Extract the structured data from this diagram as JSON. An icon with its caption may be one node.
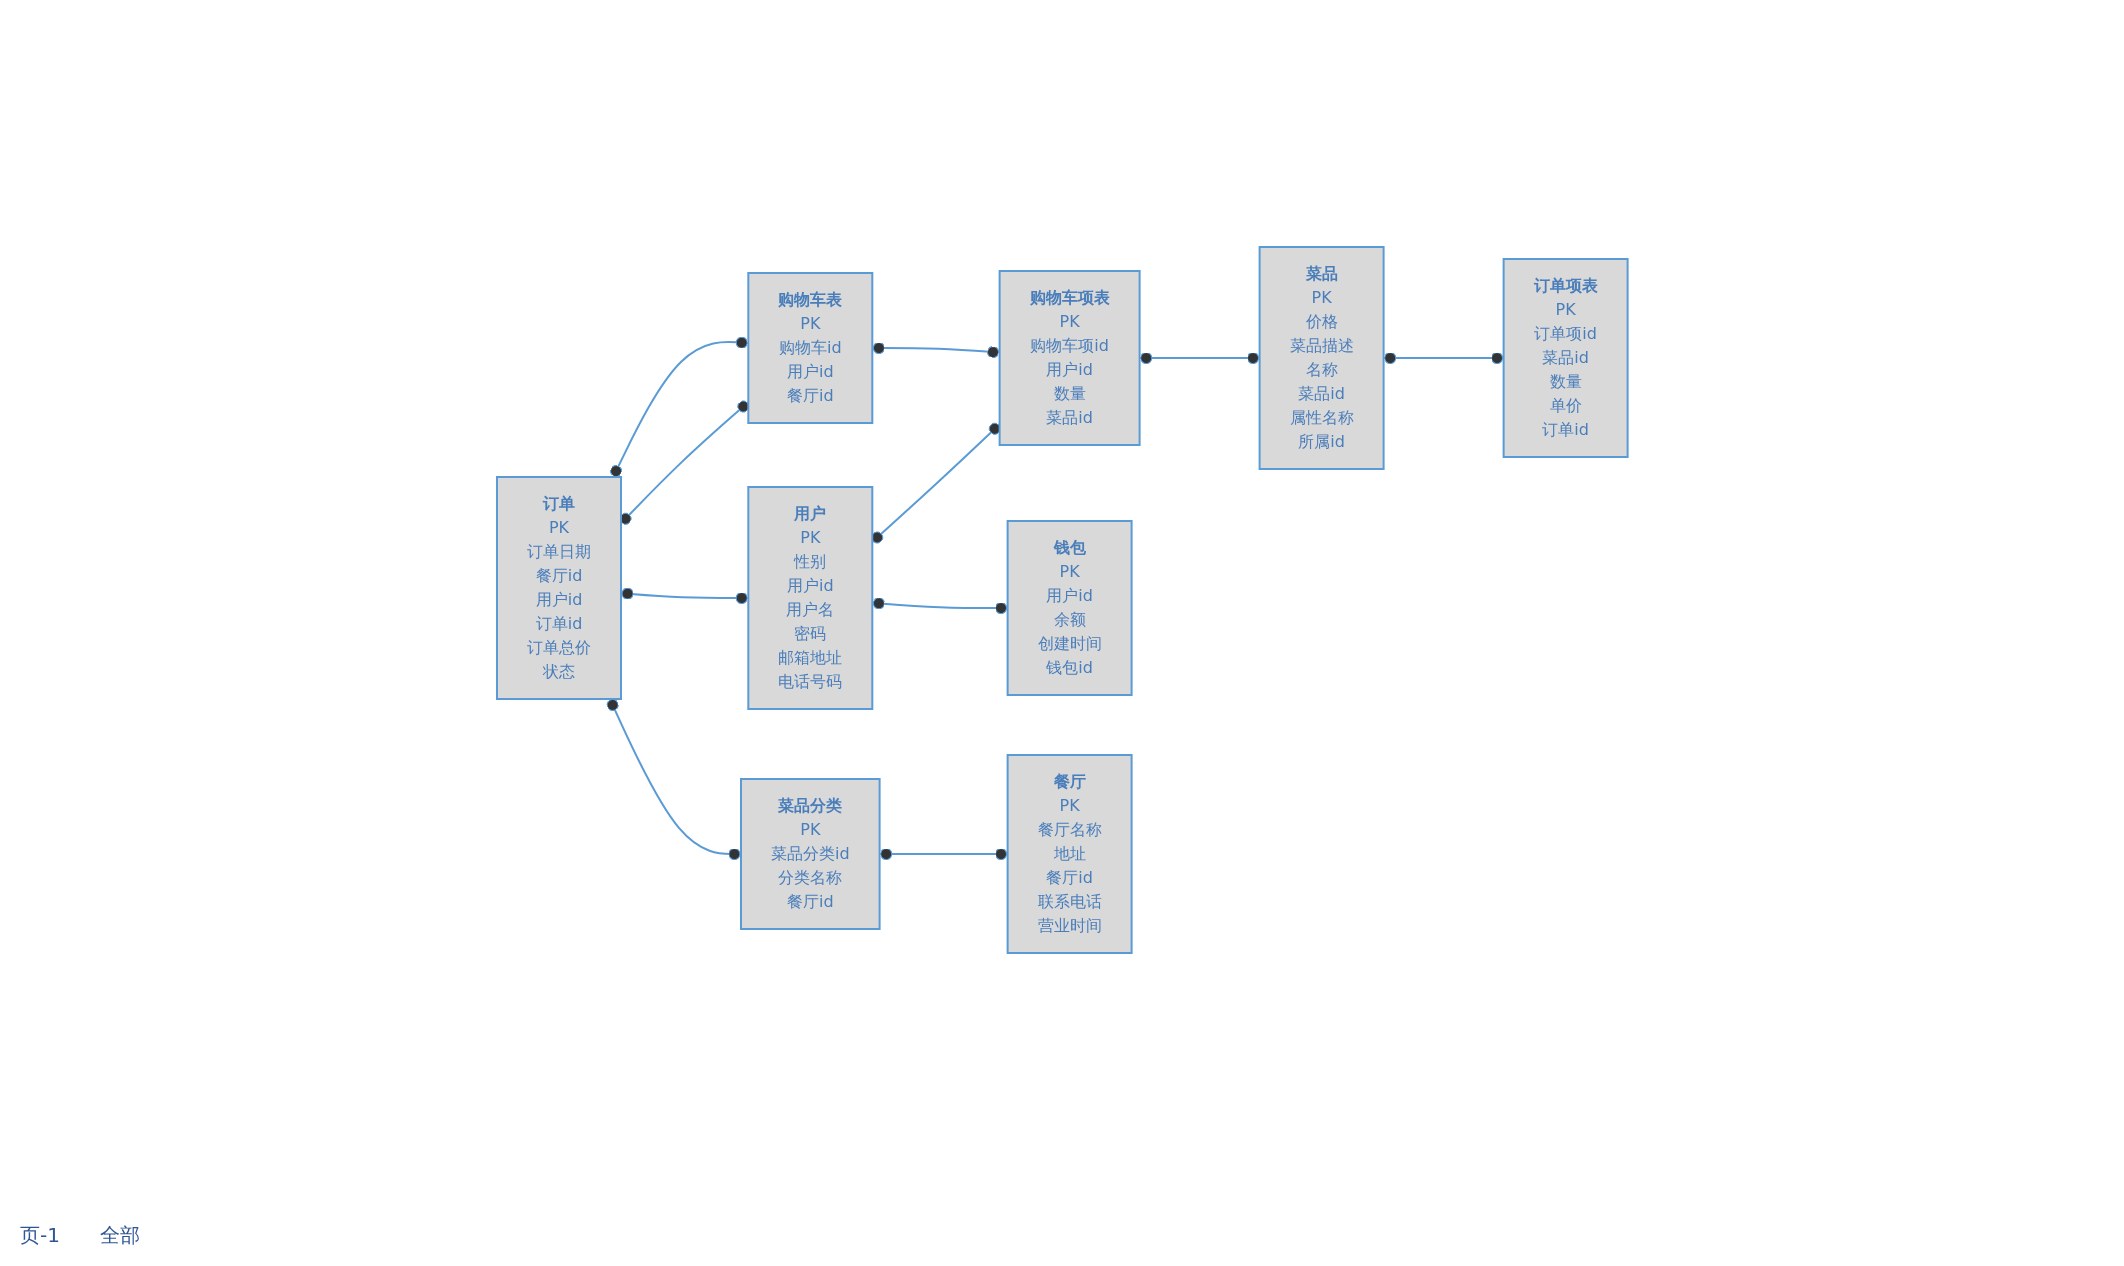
{
  "diagram": {
    "nodes": [
      {
        "text": [
          "购物车表",
          "PK",
          "购物车id",
          "用户id",
          "餐厅id"
        ]
      },
      {
        "text": [
          "订单",
          "PK",
          "订单日期",
          "餐厅id",
          "用户id",
          "订单id",
          "订单总价",
          "状态"
        ]
      },
      {
        "text": [
          "购物车项表",
          "PK",
          "购物车项id",
          "用户id",
          "数量",
          "菜品id"
        ]
      },
      {
        "text": [
          "菜品",
          "PK",
          "价格",
          "菜品描述",
          "名称",
          "菜品id",
          "属性名称",
          "所属id"
        ]
      },
      {
        "text": [
          "菜品分类",
          "PK",
          "菜品分类id",
          "分类名称",
          "餐厅id"
        ]
      },
      {
        "text": [
          "用户",
          "PK",
          "性别",
          "用户id",
          "用户名",
          "密码",
          "邮箱地址",
          "电话号码"
        ]
      },
      {
        "text": [
          "订单项表",
          "PK",
          "订单项id",
          "菜品id",
          "数量",
          "单价",
          "订单id"
        ]
      },
      {
        "text": [
          "钱包",
          "PK",
          "用户id",
          "余额",
          "创建时间",
          "钱包id"
        ]
      },
      {
        "text": [
          "餐厅",
          "PK",
          "餐厅名称",
          "地址",
          "餐厅id",
          "联系电话",
          "营业时间"
        ]
      }
    ],
    "edges": [
      {
        "from": 1,
        "to": 4,
        "arrow": "other"
      },
      {
        "from": 1,
        "to": 0,
        "arrow": "other"
      },
      {
        "from": 1,
        "to": 0,
        "arrow": "other"
      },
      {
        "from": 1,
        "to": 5,
        "arrow": "other"
      },
      {
        "from": 0,
        "to": 2,
        "arrow": "other"
      },
      {
        "from": 5,
        "to": 2,
        "arrow": "other"
      },
      {
        "from": 5,
        "to": 7,
        "arrow": "other"
      },
      {
        "from": 2,
        "to": 3,
        "arrow": "other"
      },
      {
        "from": 3,
        "to": 6,
        "arrow": "other"
      },
      {
        "from": 4,
        "to": 8,
        "arrow": "other"
      }
    ],
    "labels": [
      "页-1",
      "全部"
    ]
  }
}
